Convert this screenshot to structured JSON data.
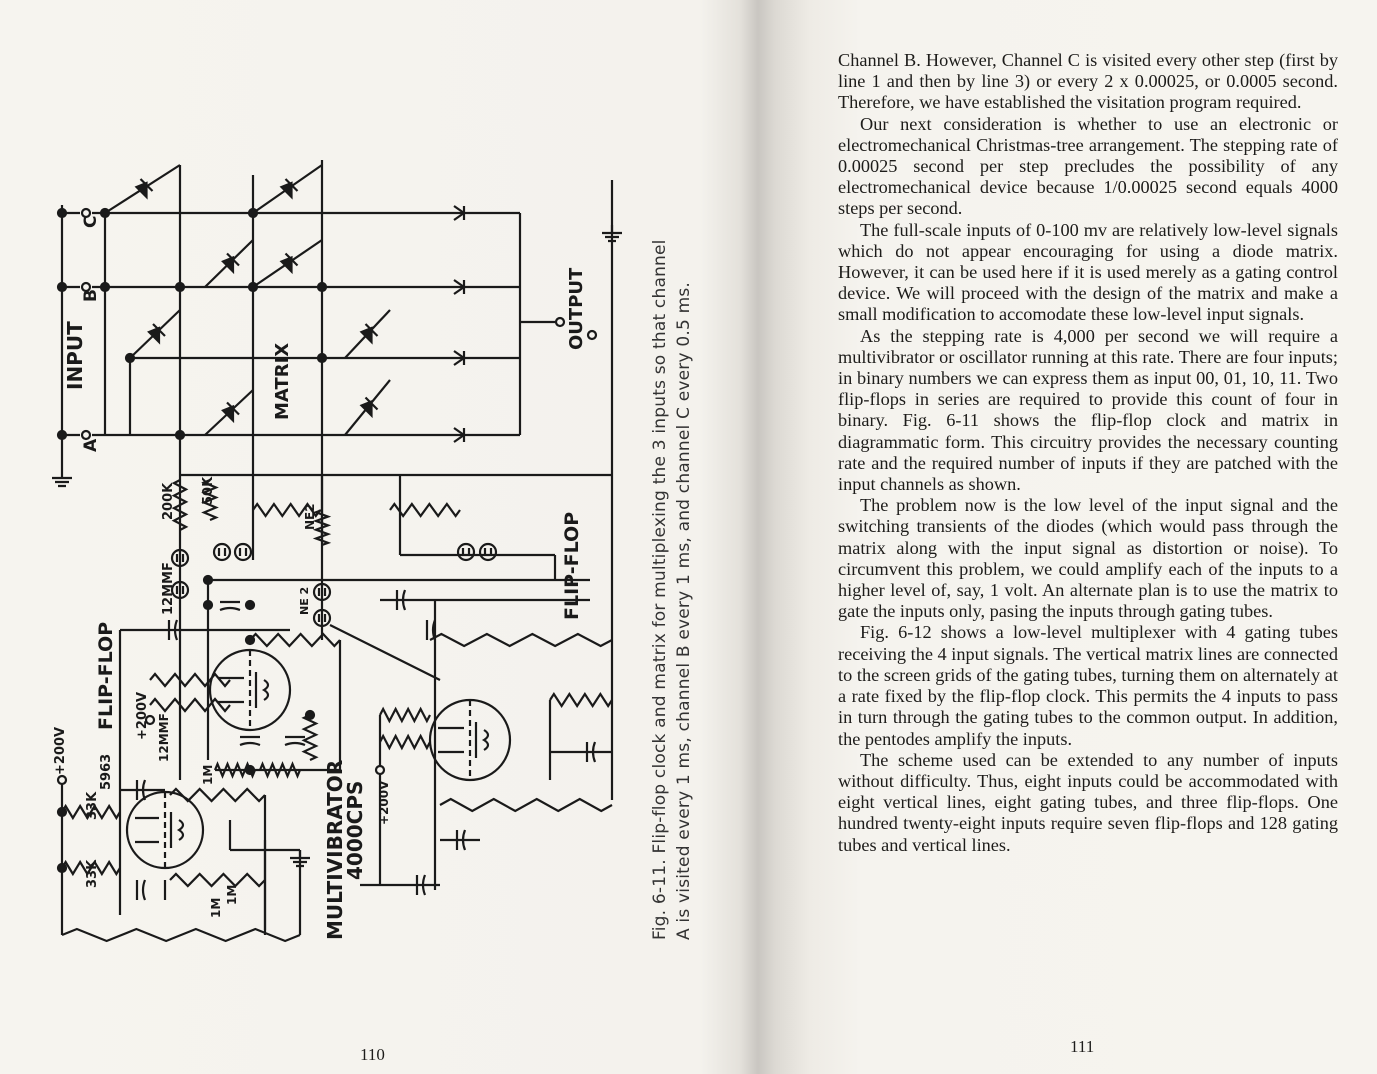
{
  "left_page": {
    "page_number": "110",
    "figure": {
      "caption_line1": "Fig. 6-11. Flip-flop clock and matrix for multiplexing the 3 inputs so that channel",
      "caption_line2": "A is visited every 1 ms, channel B every 1 ms, and channel C every 0.5 ms.",
      "labels": {
        "input": "INPUT",
        "a": "A",
        "b": "B",
        "c": "C",
        "matrix": "MATRIX",
        "output": "OUTPUT",
        "r200k": "200K",
        "r50k": "50K",
        "ne2a": "NE2",
        "ne2b": "NE 2",
        "cap12a": "12MMF",
        "cap12b": "12MMF",
        "flipflop_upper": "FLIP-FLOP",
        "flipflop_lower": "FLIP-FLOP",
        "v200a": "+200V",
        "v200b": "+200V",
        "v200c": "+200V",
        "tube": "5963",
        "r33a": "33K",
        "r33b": "33K",
        "r1ma": "1M",
        "r1mb": "1M",
        "r1mc": "1M",
        "multivibrator": "MULTIVIBRATOR",
        "freq": "4000CPS"
      }
    }
  },
  "right_page": {
    "page_number": "111",
    "paragraphs": [
      "Channel B. However, Channel C is visited every other step (first by line 1 and then by line 3) or every 2 x 0.00025, or 0.0005 second. Therefore, we have established the visitation program required.",
      "Our next consideration is whether to use an electronic or electromechanical Christmas-tree arrangement. The stepping rate of 0.00025 second per step precludes the possibility of any electromechanical device because 1/0.00025 second equals 4000 steps per second.",
      "The full-scale inputs of 0-100 mv are relatively low-level signals which do not appear encouraging for using a diode matrix. However, it can be used here if it is used merely as a gating control device. We will proceed with the design of the matrix and make a small modification to accomodate these low-level input signals.",
      "As the stepping rate is 4,000 per second we will require a multivibrator or oscillator running at this rate. There are four inputs; in binary numbers we can express them as input 00, 01, 10, 11. Two flip-flops in series are required to provide this count of four in binary. Fig. 6-11 shows the flip-flop clock and matrix in diagrammatic form. This circuitry provides the necessary counting rate and the required number of inputs if they are patched with the input channels as shown.",
      "The problem now is the low level of the input signal and the switching transients of the diodes (which would pass through the matrix along with the input signal as distortion or noise). To circumvent this problem, we could amplify each of the inputs to a higher level of, say, 1 volt. An alternate plan is to use the matrix to gate the inputs only, pasing the inputs through gating tubes.",
      "Fig. 6-12 shows a low-level multiplexer with 4 gating tubes receiving the 4 input signals. The vertical matrix lines are connected to the screen grids of the gating tubes, turning them on alternately at a rate fixed by the flip-flop clock. This permits the 4 inputs to pass in turn through the gating tubes to the common output. In addition, the pentodes amplify the inputs.",
      "The scheme used can be extended to any number of inputs without difficulty. Thus, eight inputs could be accommodated with eight vertical lines, eight gating tubes, and three flip-flops. One hundred twenty-eight inputs require seven flip-flops and 128 gating tubes and vertical lines."
    ]
  }
}
